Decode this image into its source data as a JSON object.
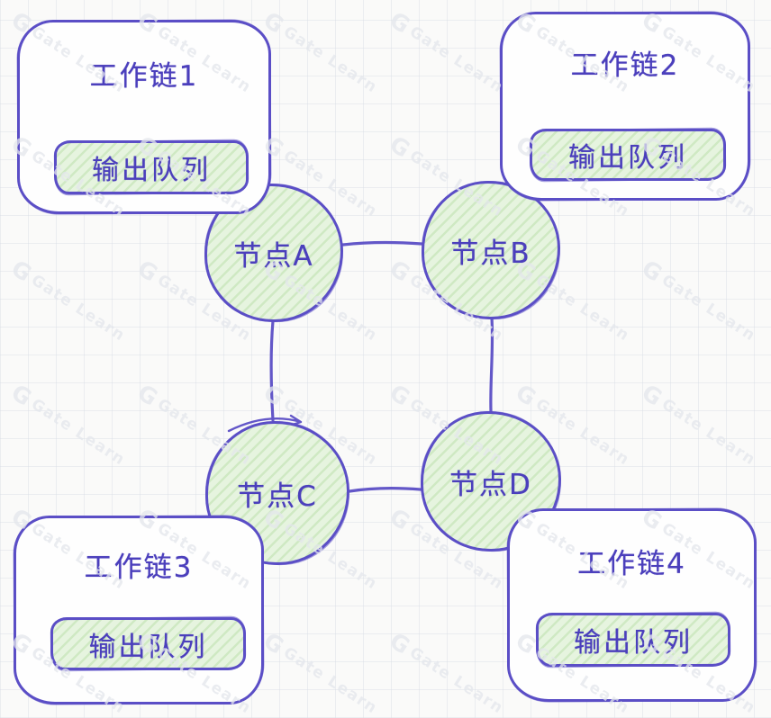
{
  "watermark": {
    "logo": "G",
    "label": "Gate Learn"
  },
  "diagram": {
    "workchains": [
      {
        "title": "工作链1",
        "queue_label": "输出队列"
      },
      {
        "title": "工作链2",
        "queue_label": "输出队列"
      },
      {
        "title": "工作链3",
        "queue_label": "输出队列"
      },
      {
        "title": "工作链4",
        "queue_label": "输出队列"
      }
    ],
    "nodes": [
      {
        "label": "节点A"
      },
      {
        "label": "节点B"
      },
      {
        "label": "节点C"
      },
      {
        "label": "节点D"
      }
    ],
    "edges": [
      {
        "from": "节点A",
        "to": "节点B"
      },
      {
        "from": "节点A",
        "to": "节点C"
      },
      {
        "from": "节点B",
        "to": "节点D"
      },
      {
        "from": "节点C",
        "to": "节点D"
      }
    ],
    "colors": {
      "stroke_purple": "#5b4fc6",
      "text_purple": "#4b3fbc",
      "fill_green": "#e6f4df",
      "hatch_green": "#cfe9c3",
      "shape_fill_white": "#fefefe",
      "watermark_gray": "#e4e7ec",
      "background": "#fafaf9"
    }
  }
}
